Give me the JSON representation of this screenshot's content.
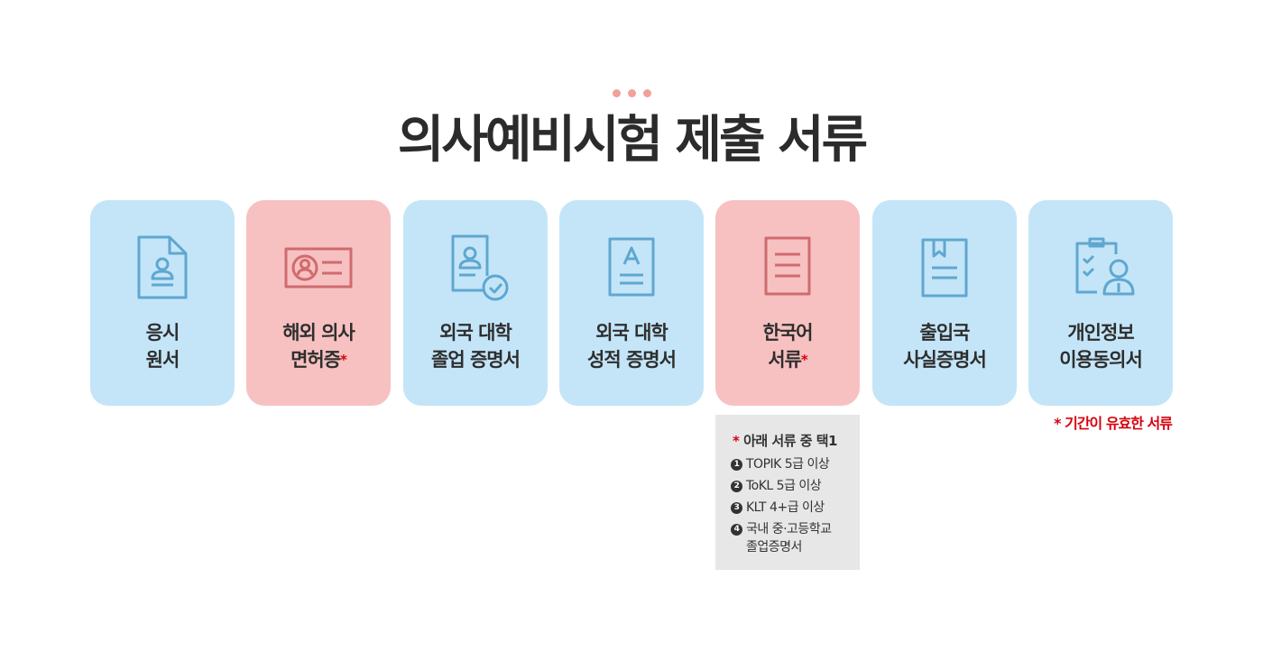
{
  "colors": {
    "blue_card": "#c4e5f8",
    "pink_card": "#f7c1c1",
    "blue_icon": "#5fa7d0",
    "red_icon": "#cf6b6e",
    "dot": "#f0a19d",
    "accent_red": "#d8000c"
  },
  "header": {
    "title": "의사예비시험 제출 서류"
  },
  "cards": [
    {
      "line1": "응시",
      "line2": "원서",
      "required": false,
      "icon": "document-person-icon",
      "color": "blue"
    },
    {
      "line1": "해외 의사",
      "line2": "면허증",
      "required": true,
      "icon": "id-card-icon",
      "color": "pink"
    },
    {
      "line1": "외국 대학",
      "line2": "졸업 증명서",
      "required": false,
      "icon": "certificate-check-icon",
      "color": "blue"
    },
    {
      "line1": "외국 대학",
      "line2": "성적 증명서",
      "required": false,
      "icon": "grade-document-icon",
      "color": "blue"
    },
    {
      "line1": "한국어",
      "line2": "서류",
      "required": true,
      "icon": "lined-document-icon",
      "color": "pink"
    },
    {
      "line1": "출입국",
      "line2": "사실증명서",
      "required": false,
      "icon": "bookmark-book-icon",
      "color": "blue"
    },
    {
      "line1": "개인정보",
      "line2": "이용동의서",
      "required": false,
      "icon": "clipboard-user-icon",
      "color": "blue"
    }
  ],
  "star_symbol": "*",
  "korean_note": {
    "star": "*",
    "title": "아래 서류 중 택1",
    "items": [
      {
        "num": "1",
        "text": "TOPIK 5급 이상"
      },
      {
        "num": "2",
        "text": "ToKL 5급 이상"
      },
      {
        "num": "3",
        "text": "KLT 4+급 이상"
      },
      {
        "num": "4",
        "text": "국내 중·고등학교\n졸업증명서"
      }
    ]
  },
  "validity_note": "* 기간이 유효한 서류"
}
